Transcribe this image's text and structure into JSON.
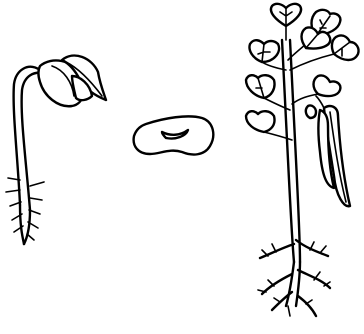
{
  "figure": {
    "stages": [
      {
        "id": "seedling",
        "icon": "seedling-icon"
      },
      {
        "id": "bean-seed",
        "icon": "bean-seed-icon"
      },
      {
        "id": "bean-plant",
        "icon": "bean-plant-icon"
      }
    ],
    "colors": {
      "line": "#000000",
      "background": "#ffffff"
    }
  }
}
